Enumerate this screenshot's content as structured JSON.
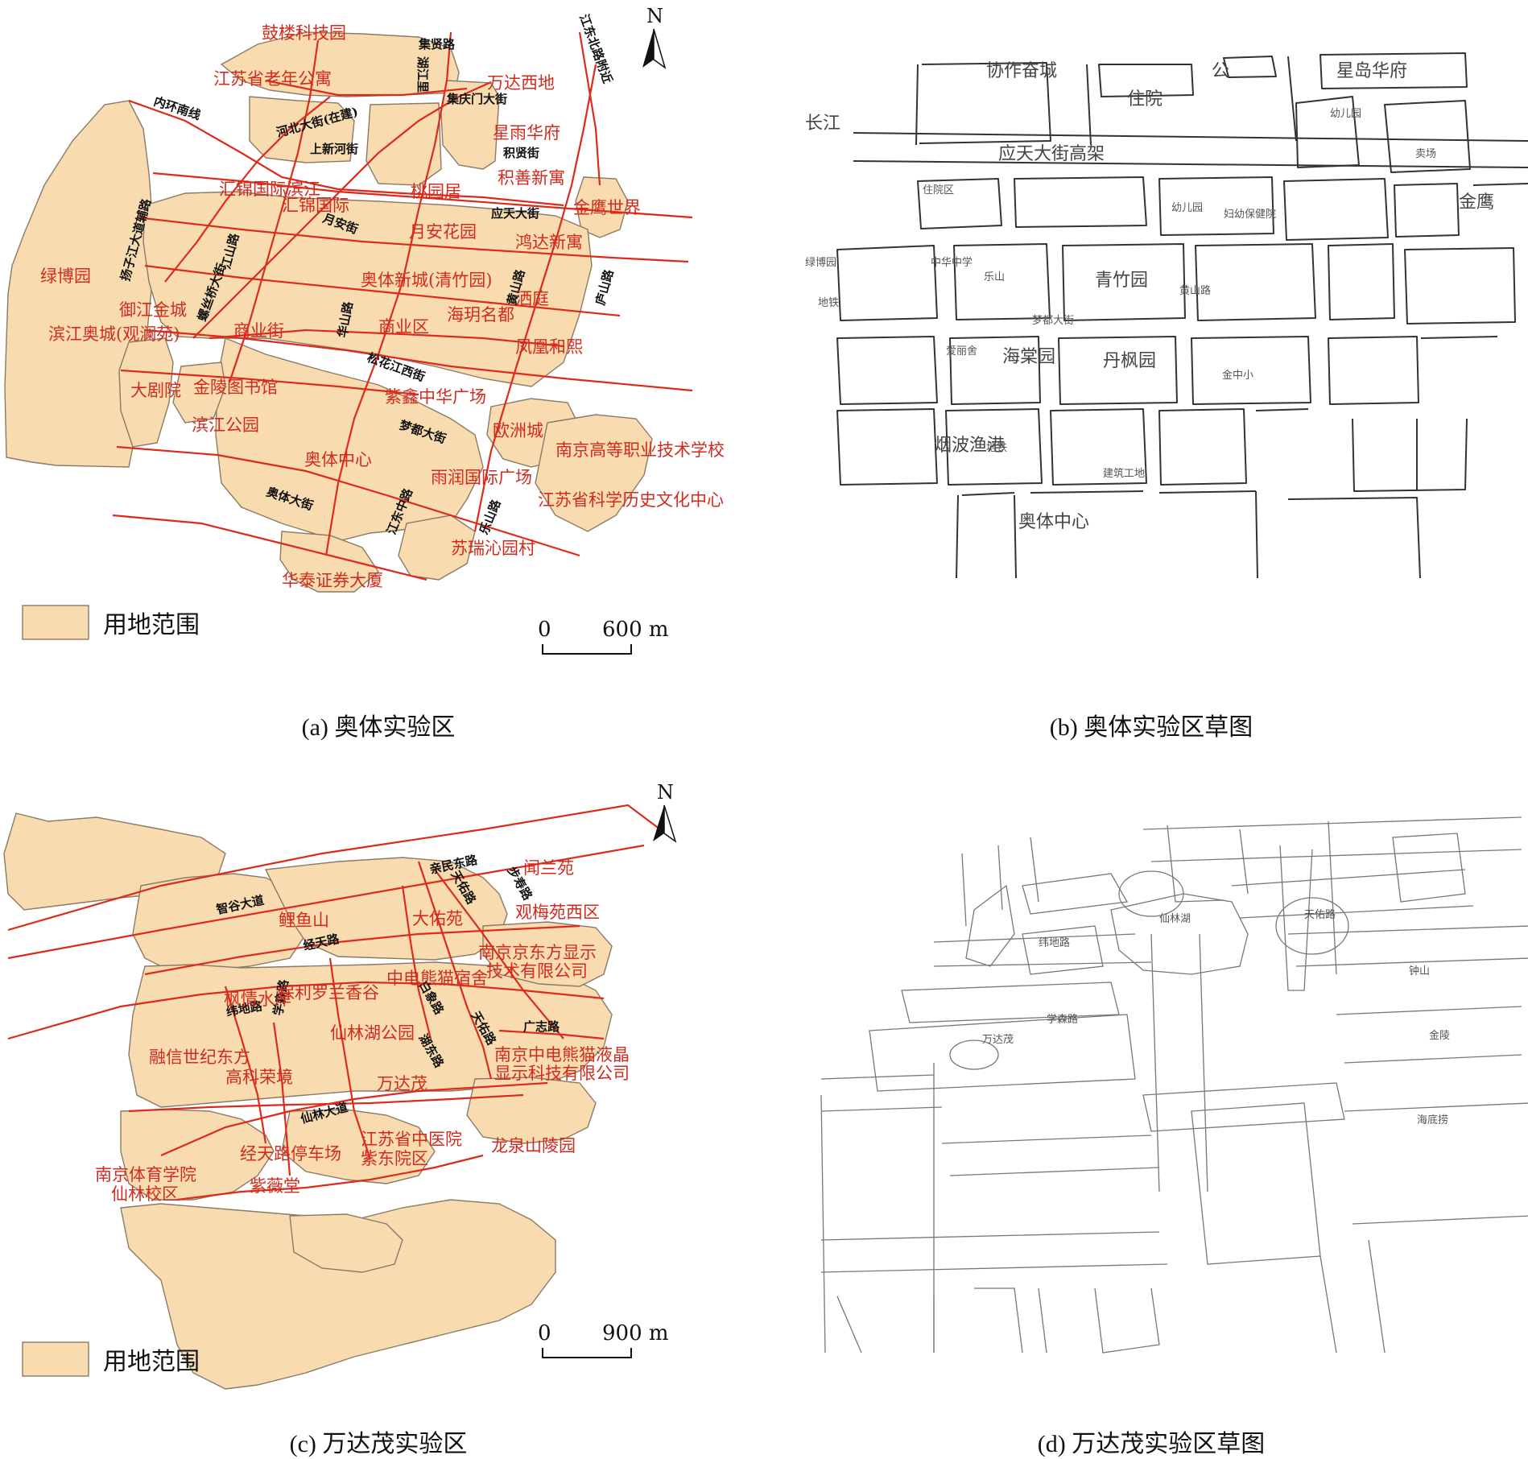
{
  "panels": {
    "a": {
      "caption": "(a) 奥体实验区",
      "north": "N",
      "legend_label": "用地范围",
      "scale": {
        "zero": "0",
        "length": "600 m"
      },
      "roads": [
        "集贤路",
        "江东北路附近",
        "湖江里",
        "集庆门大街",
        "内环南线",
        "河北大街(在建)",
        "上新河街",
        "积贤街",
        "扬子江大道辅路",
        "江山路",
        "螺丝桥大街",
        "月安街",
        "应天大街",
        "黄山路",
        "庐山路",
        "华山路",
        "松花江西街",
        "梦都大街",
        "奥体大街",
        "江东中路",
        "乐山路"
      ],
      "pois": [
        "鼓楼科技园",
        "江苏省老年公寓",
        "万达西地",
        "星雨华府",
        "积善新寓",
        "汇锦国际滨江",
        "汇锦国际",
        "桃园居",
        "金鹰世界",
        "月安花园",
        "鸿达新寓",
        "绿博园",
        "奥体新城(清竹园)",
        "洒庭",
        "御江金城",
        "海玥名都",
        "商业街",
        "商业区",
        "凤凰和熙",
        "滨江奥城(观澜苑)",
        "大剧院",
        "金陵图书馆",
        "紫鑫中华广场",
        "滨江公园",
        "欧洲城",
        "南京高等职业技术学校",
        "奥体中心",
        "雨润国际广场",
        "江苏省科学历史文化中心",
        "苏瑞沁园村",
        "华泰证券大厦"
      ]
    },
    "b": {
      "caption": "(b) 奥体实验区草图",
      "labels": [
        "协作奋城",
        "公",
        "星岛华府",
        "住院",
        "幼儿园",
        "长江",
        "应天大街高架",
        "卖场",
        "住院区",
        "幼儿园",
        "妇幼保健院",
        "金鹰",
        "绿博园",
        "地铁",
        "中华中学",
        "乐山",
        "青竹园",
        "黄山路",
        "梦都大街",
        "爱丽舍",
        "海棠园",
        "丹枫园",
        "金中小",
        "烟波渔港",
        "地铁",
        "建筑工地",
        "奥体中心"
      ]
    },
    "c": {
      "caption": "(c) 万达茂实验区",
      "north": "N",
      "legend_label": "用地范围",
      "scale": {
        "zero": "0",
        "length": "900 m"
      },
      "roads": [
        "亲民东路",
        "智谷大道",
        "天佑路",
        "步寿路",
        "经天路",
        "纬地路",
        "学森路",
        "白象路",
        "湖东路",
        "广志路",
        "天佑路",
        "仙林大道"
      ],
      "pois": [
        "闻兰苑",
        "鲤鱼山",
        "大佑苑",
        "观梅苑西区",
        "南京京东方显示",
        "技术有限公司",
        "枫情水岸",
        "保利罗兰香谷",
        "中电熊猫宿舍",
        "仙林湖公园",
        "融信世纪东方",
        "南京中电熊猫液晶",
        "显示科技有限公司",
        "高科荣境",
        "万达茂",
        "江苏省中医院",
        "紫东院区",
        "龙泉山陵园",
        "经天路停车场",
        "南京体育学院",
        "仙林校区",
        "紫薇堂"
      ]
    },
    "d": {
      "caption": "(d) 万达茂实验区草图",
      "labels": [
        "仙林湖",
        "万达茂",
        "学森路",
        "纬地路",
        "天佑路",
        "钟山",
        "金陵",
        "海底捞"
      ]
    }
  },
  "colors": {
    "land": "#f8dcb0",
    "land_border": "#8a7a66",
    "road_line": "#dd2a1b",
    "poi_text": "#d22b1e",
    "road_text": "#111111",
    "sketch_pen": "#333333"
  }
}
